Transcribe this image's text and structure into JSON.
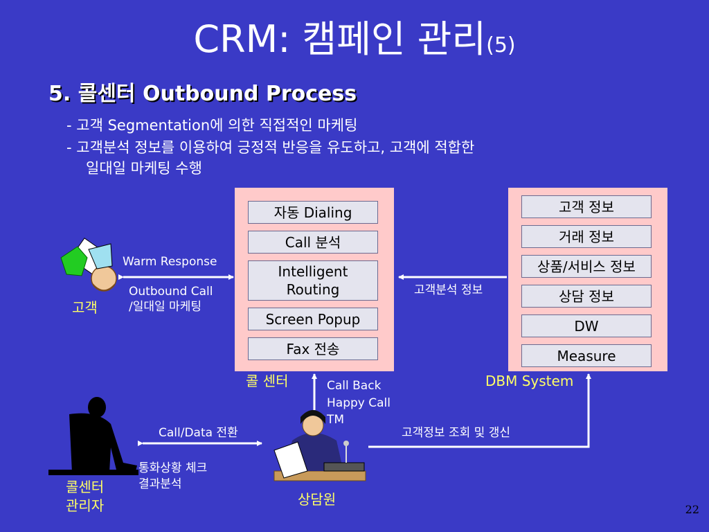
{
  "slide": {
    "title_main": "CRM: 캠페인 관리",
    "title_suffix": "(5)",
    "heading": "5. 콜센터 Outbound Process",
    "bullets": [
      "- 고객 Segmentation에 의한 직접적인 마케팅",
      "- 고객분석 정보를 이용하여 긍정적 반응을 유도하고, 고객에 적합한",
      "일대일 마케팅 수행"
    ],
    "page_number": "22"
  },
  "call_center": {
    "label": "콜 센터",
    "modules": [
      "자동 Dialing",
      "Call 분석",
      "Intelligent Routing",
      "Screen Popup",
      "Fax 전송"
    ]
  },
  "dbm": {
    "label": "DBM System",
    "modules": [
      "고객 정보",
      "거래 정보",
      "상품/서비스 정보",
      "상담 정보",
      "DW",
      "Measure"
    ]
  },
  "actors": {
    "customer": "고객",
    "manager_line1": "콜센터",
    "manager_line2": "관리자",
    "agent": "상담원"
  },
  "flows": {
    "warm_response": "Warm Response",
    "outbound_line1": "Outbound Call",
    "outbound_line2": "/일대일 마케팅",
    "analysis_info": "고객분석 정보",
    "callback_line1": "Call Back",
    "callback_line2": "Happy Call",
    "callback_line3": "TM",
    "call_data": "Call/Data 전환",
    "monitor_line1": "통화상황 체크",
    "monitor_line2": "결과분석",
    "lookup_update": "고객정보 조회 및 갱신"
  },
  "colors": {
    "background": "#3a3ac6",
    "panel": "#ffcaca",
    "module_box": "#e4e4ee",
    "highlight_label": "#ffff66"
  }
}
